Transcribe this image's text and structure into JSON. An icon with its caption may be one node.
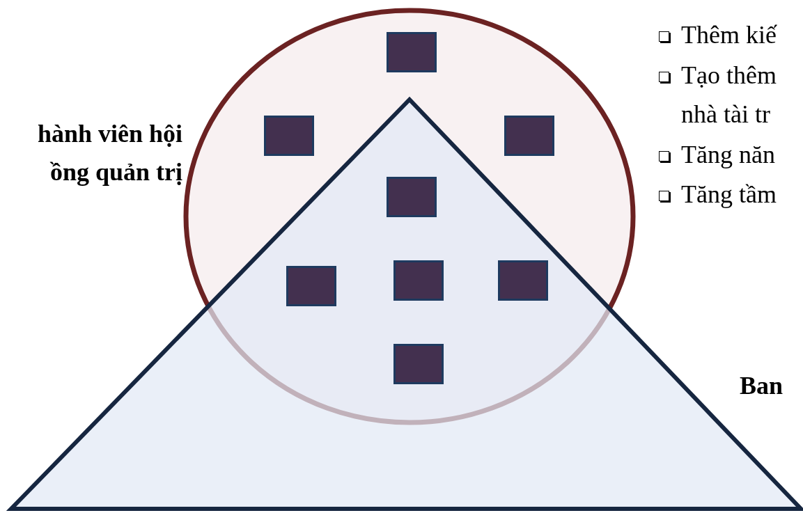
{
  "diagram": {
    "nodes": [
      {
        "text": [
          "hành viên hội ồng quản trị"
        ]
      },
      {
        "text": [],
        "shape": "box",
        "in": 0
      },
      {
        "text": [],
        "shape": "box",
        "in": 0
      },
      {
        "text": [],
        "shape": "box",
        "in": 0
      },
      {
        "text": [],
        "shape": "box"
      },
      {
        "text": [],
        "shape": "box"
      },
      {
        "text": [],
        "shape": "box"
      },
      {
        "text": [],
        "shape": "box"
      },
      {
        "text": [],
        "shape": "box"
      },
      {
        "text": [
          "Ban"
        ]
      }
    ],
    "labels": [
      "Thêm kiế",
      "Tạo thêm nhà tài tr",
      "Tăng năn",
      "Tăng tầm"
    ]
  }
}
